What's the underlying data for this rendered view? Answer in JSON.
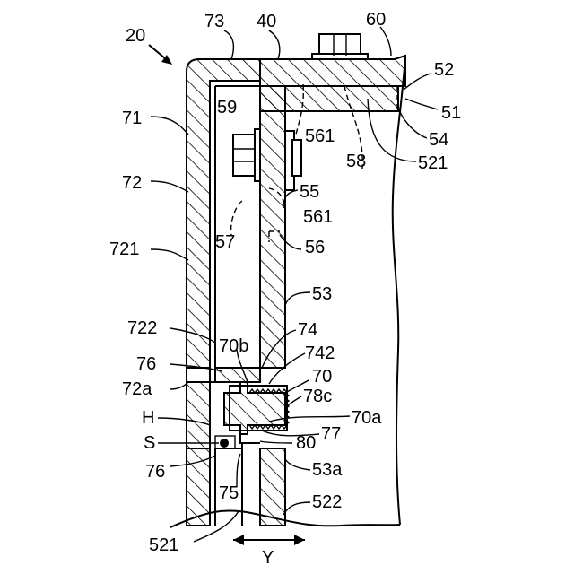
{
  "labels": {
    "l20": "20",
    "l73": "73",
    "l40": "40",
    "l60": "60",
    "l52": "52",
    "l51": "51",
    "l54": "54",
    "l521_top": "521",
    "l71": "71",
    "l59": "59",
    "l561_top": "561",
    "l58": "58",
    "l72": "72",
    "l55": "55",
    "l561_mid": "561",
    "l721": "721",
    "l57": "57",
    "l56": "56",
    "l53": "53",
    "l722": "722",
    "l74": "74",
    "l70b": "70b",
    "l742": "742",
    "l76_top": "76",
    "l70": "70",
    "l72a": "72a",
    "l78c": "78c",
    "l70a": "70a",
    "lH": "H",
    "l77": "77",
    "lS": "S",
    "l80": "80",
    "l76_bot": "76",
    "l53a": "53a",
    "l75": "75",
    "l522": "522",
    "l521_bot": "521",
    "lY": "Y"
  }
}
